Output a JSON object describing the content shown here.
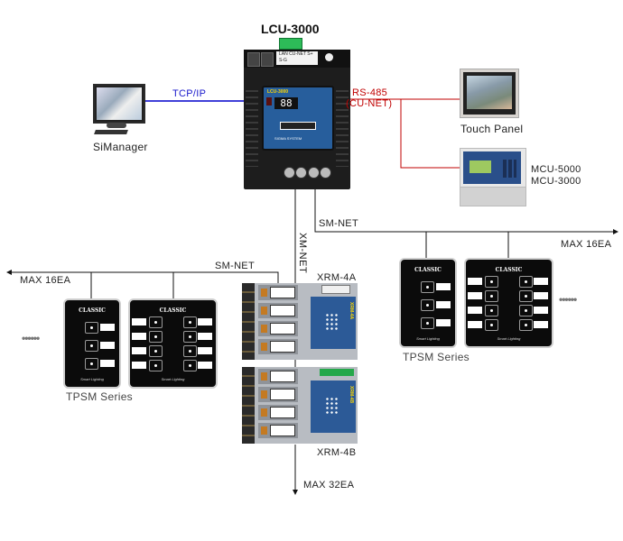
{
  "diagram": {
    "controller": {
      "title": "LCU-3000",
      "port_labels": "LAN   CU-NET S+ S-G",
      "panel_name": "LCU-3000",
      "display": "88",
      "brand": "SIGMA SYSTEM"
    },
    "pc": {
      "label": "SiManager"
    },
    "links": {
      "tcpip": "TCP/IP",
      "rs485": "RS-485",
      "cunet": "(CU-NET)",
      "smnet_right": "SM-NET",
      "smnet_left": "SM-NET",
      "xmnet": "XM-NET",
      "max_right": "MAX 16EA",
      "max_left": "MAX 16EA",
      "max_bottom": "MAX 32EA"
    },
    "touch_panel": {
      "label": "Touch Panel"
    },
    "mcu": {
      "label_1": "MCU-5000",
      "label_2": "MCU-3000"
    },
    "xrm": {
      "top_label": "XRM-4A",
      "bottom_label": "XRM-4B",
      "top_name": "XRM-4A",
      "bottom_name": "XRM-4B"
    },
    "tpsm": {
      "series_left": "TPSM Series",
      "series_right": "TPSM Series",
      "brand": "CLASSIC",
      "footer": "Smart Lighting",
      "more": "••••••"
    },
    "colors": {
      "tcpip": "#0000cc",
      "rs485": "#c00000",
      "line": "#111111"
    }
  }
}
